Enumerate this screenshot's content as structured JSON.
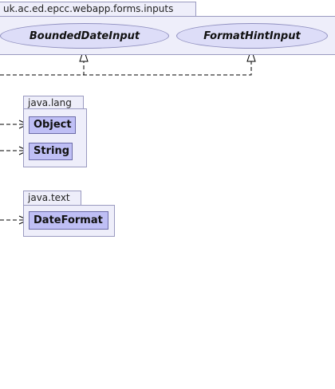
{
  "packages": {
    "forms_inputs": {
      "name": "uk.ac.ed.epcc.webapp.forms.inputs",
      "interfaces": [
        "BoundedDateInput",
        "FormatHintInput"
      ]
    },
    "java_lang": {
      "name": "java.lang",
      "classes": [
        "Object",
        "String"
      ]
    },
    "java_text": {
      "name": "java.text",
      "classes": [
        "DateFormat"
      ]
    }
  }
}
